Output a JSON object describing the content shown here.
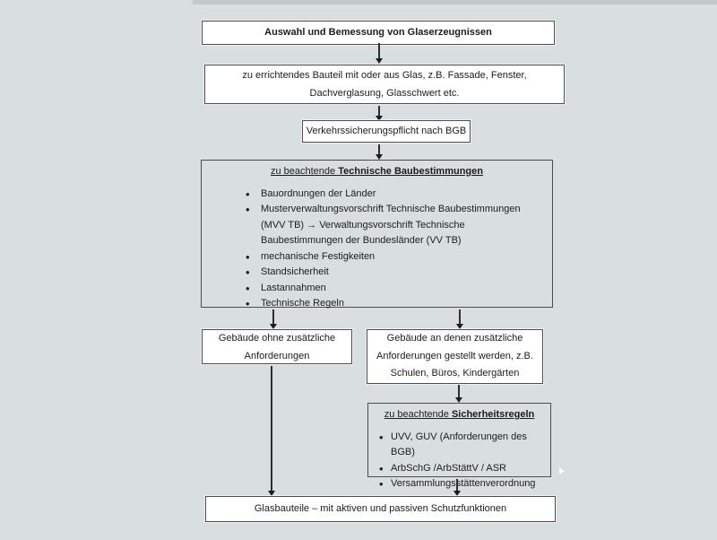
{
  "colors": {
    "background": "#d9dee0",
    "top_strip": "#c3cacd",
    "box_fill": "#ffffff",
    "box_border": "#4d4d4d",
    "text": "#1c1c1c",
    "arrow": "#1c1c1c"
  },
  "flowchart": {
    "title": "Auswahl und Bemessung von Glaserzeugnissen",
    "component": {
      "line1": "zu errichtendes Bauteil mit oder aus Glas, z.B. Fassade, Fenster,",
      "line2": "Dachverglasung, Glasschwert etc."
    },
    "duty": "Verkehrssicherungspflicht nach BGB",
    "technical": {
      "heading_prefix": "zu beachtende ",
      "heading_emphasis": "Technische Baubestimmungen",
      "bullets": [
        "Bauordnungen der Länder",
        "Musterverwaltungsvorschrift Technische Baubestimmungen (MVV TB) → Verwaltungsvorschrift Technische Baubestimmungen der Bundesländer (VV TB)",
        "mechanische Festigkeiten",
        "Standsicherheit",
        "Lastannahmen",
        "Technische Regeln"
      ]
    },
    "building_plain": {
      "line1": "Gebäude ohne zusätzliche",
      "line2": "Anforderungen"
    },
    "building_special": {
      "line1": "Gebäude an denen zusätzliche",
      "line2": "Anforderungen gestellt werden, z.B.",
      "line3": "Schulen, Büros, Kindergärten"
    },
    "safety": {
      "heading_prefix": "zu beachtende ",
      "heading_emphasis": "Sicherheitsregeln",
      "bullets": [
        "UVV, GUV (Anforderungen des BGB)",
        "ArbSchG /ArbStättV / ASR",
        "Versammlungsstättenverordnung"
      ]
    },
    "result": "Glasbauteile – mit aktiven und passiven Schutzfunktionen"
  }
}
